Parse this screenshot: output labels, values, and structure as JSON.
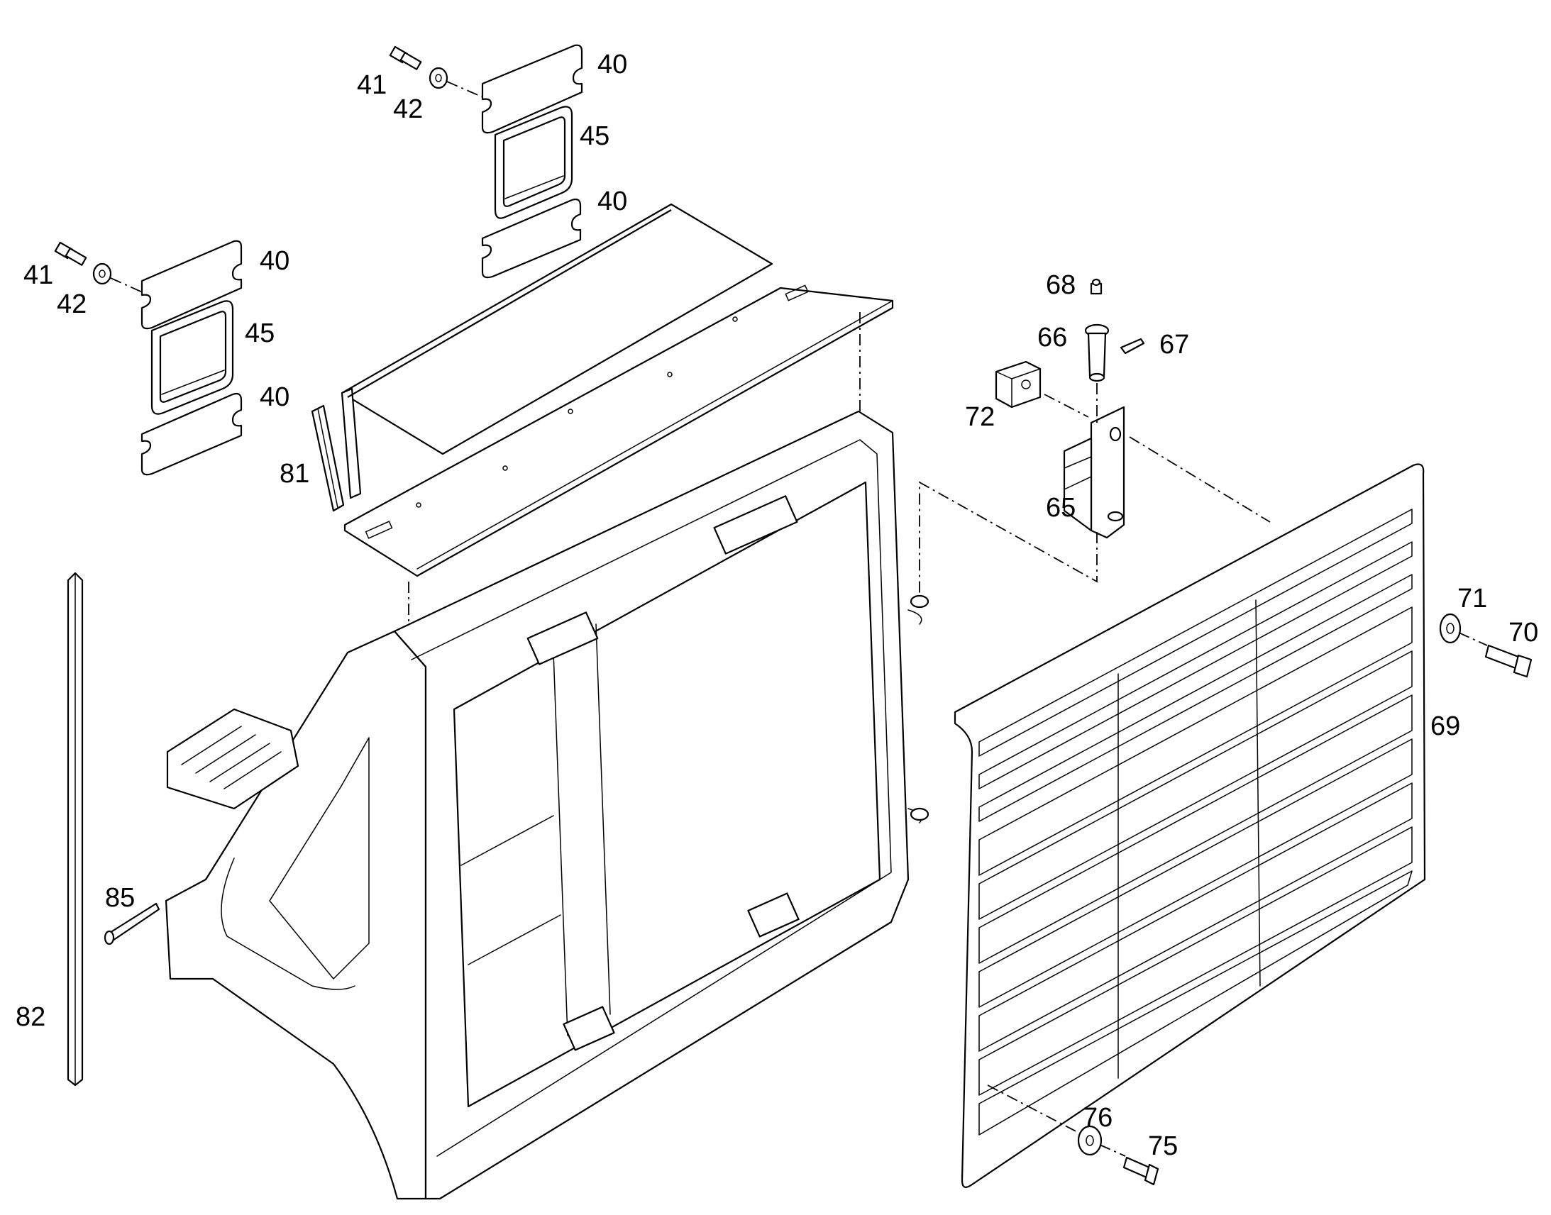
{
  "callouts": [
    {
      "id": "c41a",
      "text": "41"
    },
    {
      "id": "c42a",
      "text": "42"
    },
    {
      "id": "c40a",
      "text": "40"
    },
    {
      "id": "c45a",
      "text": "45"
    },
    {
      "id": "c40b",
      "text": "40"
    },
    {
      "id": "c41b",
      "text": "41"
    },
    {
      "id": "c42b",
      "text": "42"
    },
    {
      "id": "c40c",
      "text": "40"
    },
    {
      "id": "c45b",
      "text": "45"
    },
    {
      "id": "c40d",
      "text": "40"
    },
    {
      "id": "c81",
      "text": "81"
    },
    {
      "id": "c68",
      "text": "68"
    },
    {
      "id": "c66",
      "text": "66"
    },
    {
      "id": "c67",
      "text": "67"
    },
    {
      "id": "c72",
      "text": "72"
    },
    {
      "id": "c65",
      "text": "65"
    },
    {
      "id": "c71",
      "text": "71"
    },
    {
      "id": "c70",
      "text": "70"
    },
    {
      "id": "c69",
      "text": "69"
    },
    {
      "id": "c85",
      "text": "85"
    },
    {
      "id": "c82",
      "text": "82"
    },
    {
      "id": "c76",
      "text": "76"
    },
    {
      "id": "c75",
      "text": "75"
    }
  ]
}
